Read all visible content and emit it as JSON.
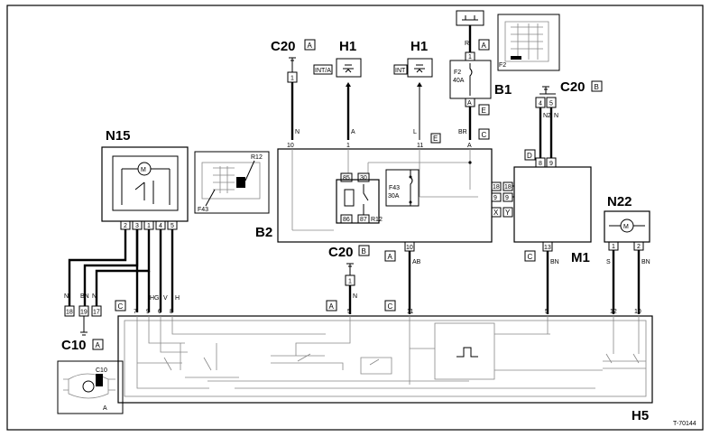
{
  "components": {
    "c20_top": "C20",
    "c20_right": "C20",
    "c20_mid": "C20",
    "c10": "C10",
    "h1_left": "H1",
    "h1_right": "H1",
    "n15": "N15",
    "n22": "N22",
    "b1": "B1",
    "b2": "B2",
    "m1": "M1",
    "h5": "H5",
    "f2": "F2",
    "f43": "F43",
    "r12": "R12"
  },
  "boxes": {
    "a1": "A",
    "a2": "A",
    "b1": "B",
    "e1": "E",
    "e2": "E",
    "c1": "C",
    "c2": "C",
    "c3": "C",
    "c4": "C",
    "d1": "D",
    "b2": "B",
    "a3": "A",
    "a4": "A",
    "a5": "A",
    "x": "X",
    "y": "Y"
  },
  "labels": {
    "int_a": "INT/A",
    "int": "INT",
    "fuse_f2": "F2",
    "fuse_f2_amp": "40A",
    "fuse_f43": "F43",
    "fuse_f43_amp": "30A",
    "relay": "R12",
    "inset_f43": "F43",
    "inset_r12": "R12",
    "inset_f2": "F2",
    "figure_code": "T-70144"
  },
  "wires": {
    "n1": "N",
    "a": "A",
    "l": "L",
    "br": "BR",
    "r": "R",
    "nz": "NZ",
    "n2": "N",
    "ab": "AB",
    "bn1": "BN",
    "n3": "N",
    "s": "S",
    "bn2": "BN",
    "n4": "N",
    "bn3": "BN",
    "n5": "N",
    "hg": "HG",
    "v": "V",
    "h": "H"
  },
  "pins": {
    "c20_top": "1",
    "h1_l": "",
    "b1_top": "1",
    "b2_10": "10",
    "b2_1": "1",
    "b2_11": "11",
    "b2_a": "A",
    "relay_85": "85",
    "relay_30": "30",
    "relay_86": "86",
    "relay_87": "87",
    "b2_18": "18",
    "b2_9": "9",
    "b2_18r": "18",
    "b2_9r": "9",
    "b2_b10": "10",
    "c20r_4": "4",
    "c20r_5": "5",
    "m1_8": "8",
    "m1_9": "9",
    "m1_13": "13",
    "b1_a": "A",
    "n15_2": "2",
    "n15_3": "3",
    "n15_1": "1",
    "n15_4": "4",
    "n15_5": "5",
    "n22_1": "1",
    "n22_2": "2",
    "c10_18": "18",
    "c10_19": "19",
    "c10_17": "17",
    "c20m_1": "1",
    "h5_7": "7",
    "h5_9": "9",
    "h5_6": "6",
    "h5_8": "8",
    "h5_5": "5",
    "h5_11": "11",
    "h5_5b": "5",
    "h5_12": "12",
    "h5_10": "10"
  },
  "motor": "M"
}
